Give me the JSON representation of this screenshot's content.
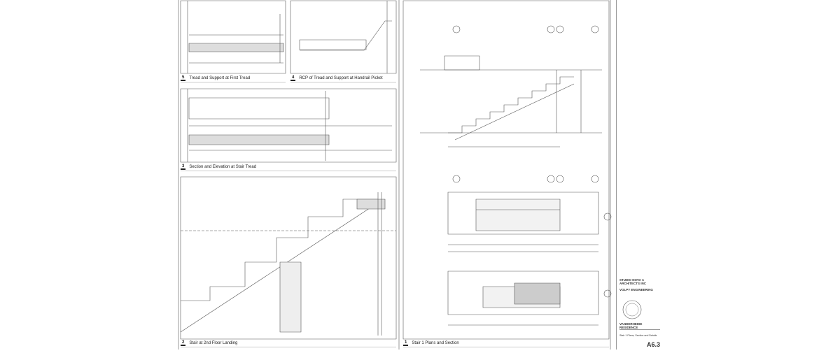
{
  "details": [
    {
      "number": "5",
      "title": "Tread and Support at First Tread"
    },
    {
      "number": "4",
      "title": "RCP of Tread and Support at Handrail Picket"
    },
    {
      "number": "3",
      "title": "Section and Elevation at Stair Tread"
    },
    {
      "number": "2",
      "title": "Stair at 2nd Floor Landing"
    },
    {
      "number": "1",
      "title": "Stair 1 Plans and Section"
    }
  ],
  "title_block": {
    "architect": "STUDIO NOVA A ARCHITECTS INC",
    "engineer": "VOLPY ENGINEERING",
    "project": "VANDERHEIDE RESIDENCE",
    "sheet_title": "Stair 1 Plans, Section and Details",
    "sheet_number": "A6.3"
  },
  "colors": {
    "line": "#333333",
    "hatch": "#999999",
    "paper": "#ffffff"
  }
}
